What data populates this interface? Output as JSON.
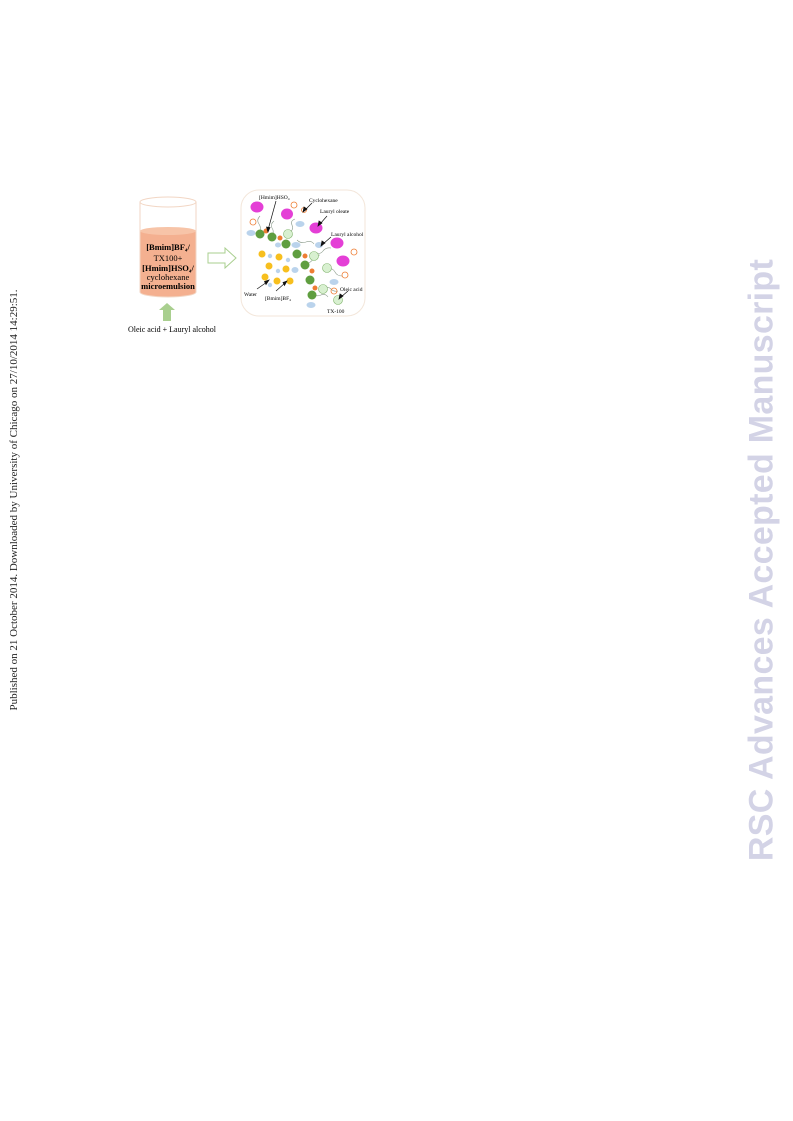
{
  "side_note": "Published on 21 October 2014. Downloaded by University of Chicago on 27/10/2014 14:29:51.",
  "watermark": "RSC Advances Accepted Manuscript",
  "beaker": {
    "line1": "[Bmim]BF₄/",
    "line2": "TX100+",
    "line3": "[Hmim]HSO₄/",
    "line4": "cyclohexane",
    "line5": "microemulsion",
    "input_label": "Oleic acid + Lauryl alcohol"
  },
  "labels": {
    "hmim": "[Hmim]HSO₄",
    "cyclohexane": "Cyclohexane",
    "lauryl_oleate": "Lauryl oleate",
    "lauryl_alcohol": "Lauryl alcohol",
    "water": "Water",
    "bmim": "[Bmim]BF₄",
    "oleic_acid": "Oleic acid",
    "tx100": "TX-100"
  },
  "colors": {
    "beaker_fill": "#f4b090",
    "arrow_green": "#a9cf8f",
    "magenta": "#e43fd6",
    "dark_green": "#5f9e3f",
    "light_green": "#d8f0d0",
    "orange": "#ee7d33",
    "yellow": "#f7bf1e",
    "light_blue": "#bad3ec"
  }
}
